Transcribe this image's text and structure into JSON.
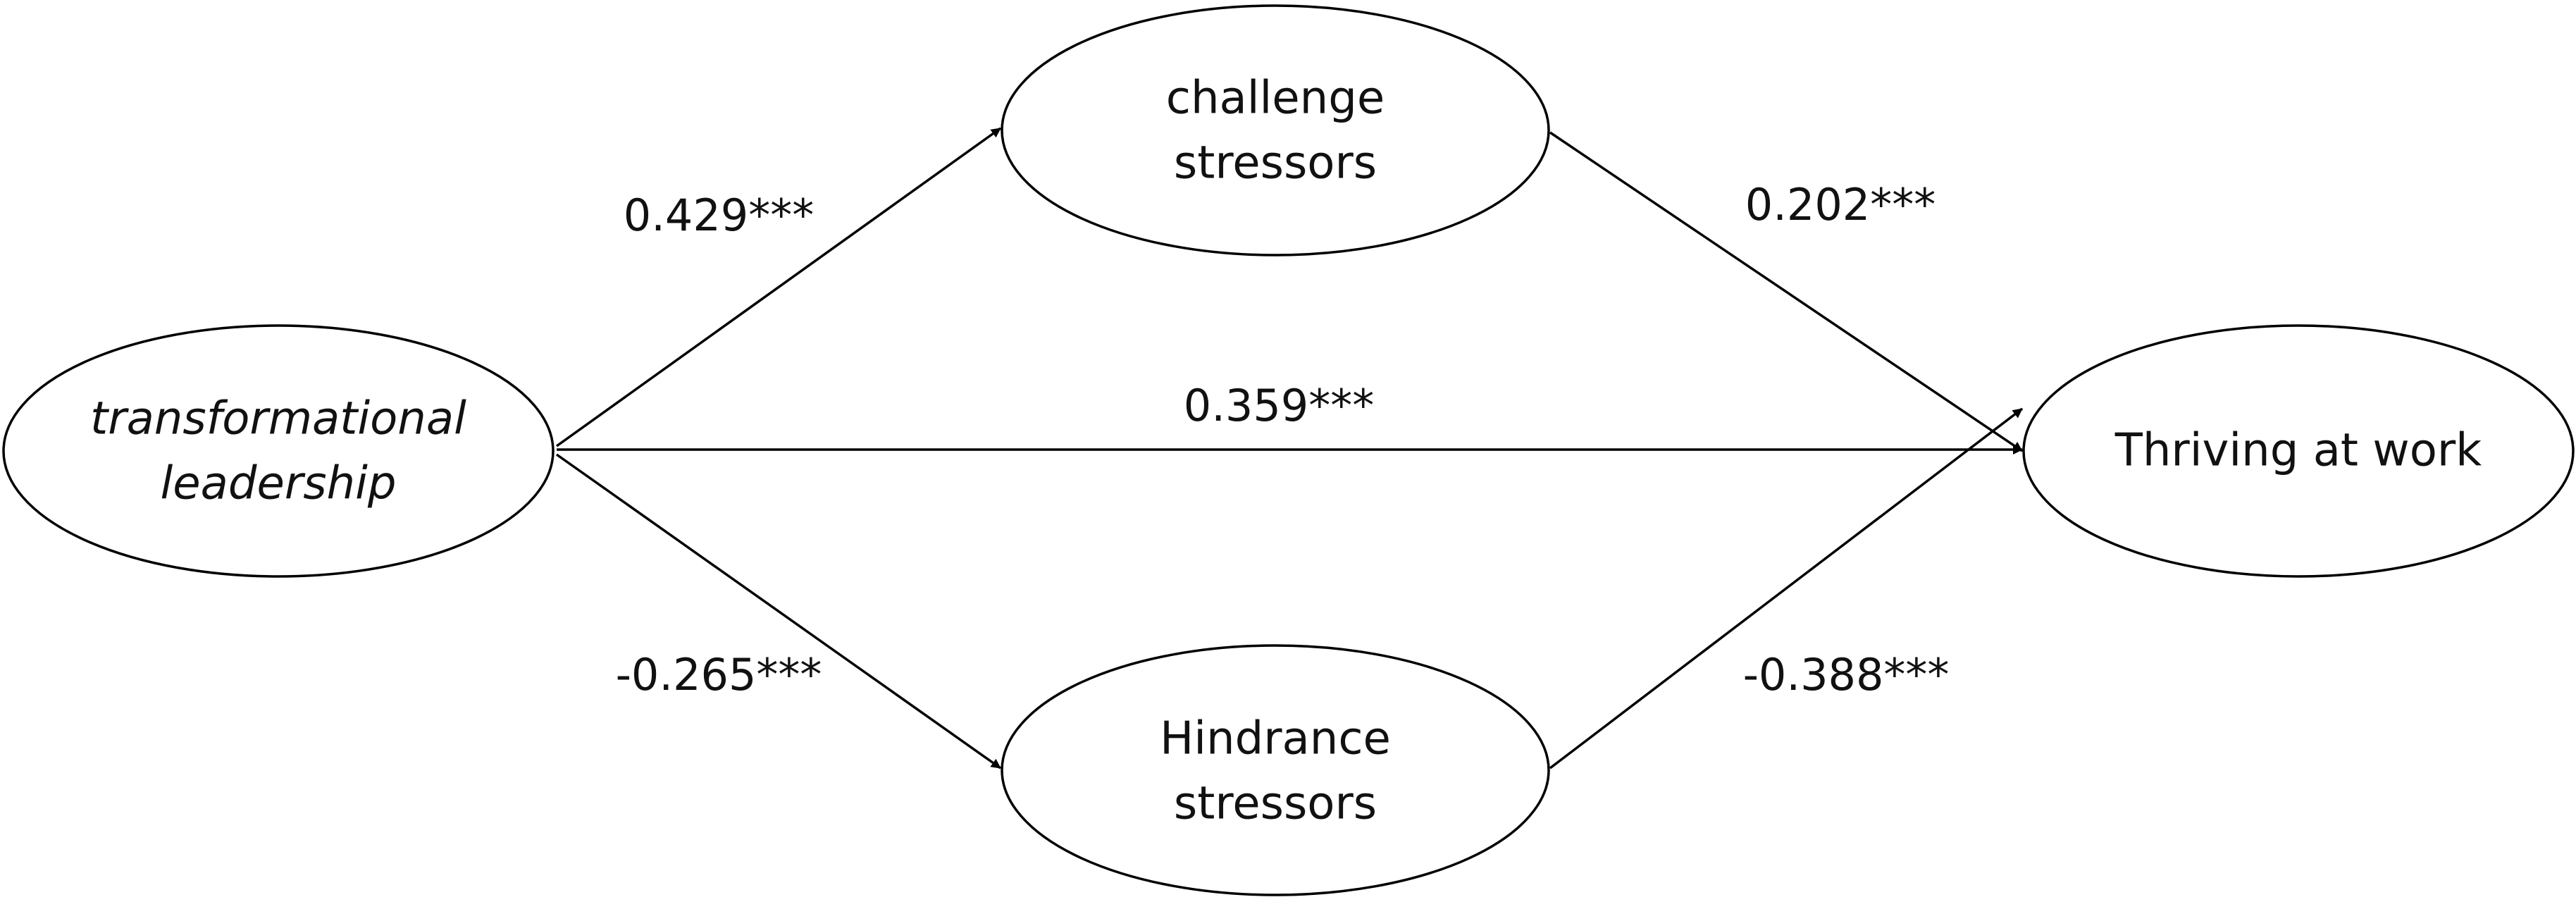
{
  "diagram": {
    "nodes": {
      "transformational": {
        "line1": "transformational",
        "line2": "leadership"
      },
      "challenge": {
        "line1": "challenge",
        "line2": "stressors"
      },
      "hindrance": {
        "line1": "Hindrance",
        "line2": "stressors"
      },
      "thriving": {
        "label": "Thriving at work"
      }
    },
    "edges": {
      "tl_to_challenge": "0.429***",
      "challenge_to_thriving": "0.202***",
      "tl_to_thriving": "0.359***",
      "tl_to_hindrance": "-0.265***",
      "hindrance_to_thriving": "-0.388***"
    }
  }
}
